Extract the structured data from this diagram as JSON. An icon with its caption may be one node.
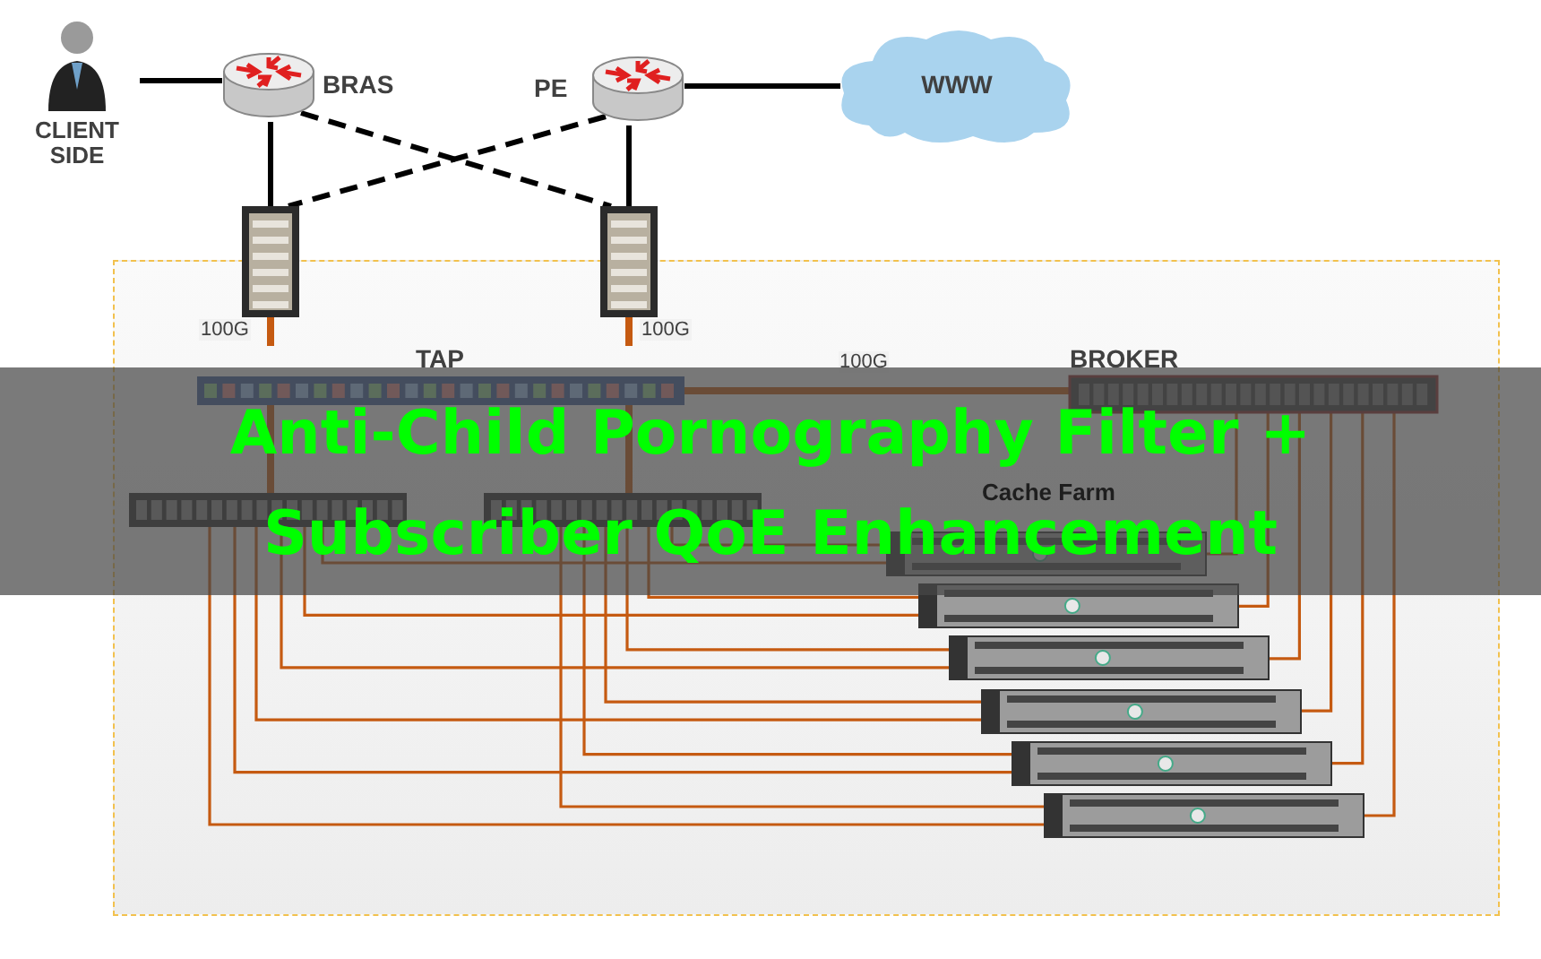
{
  "diagram": {
    "title": "Anti-Child Pornography Filter + Subscriber QoE Enhancement",
    "nodes": [
      {
        "text": [
          "CLIENT SIDE"
        ]
      },
      {
        "text": [
          "BRAS"
        ]
      },
      {
        "text": [
          "PE"
        ]
      },
      {
        "text": [
          "WWW"
        ]
      },
      {
        "text": [],
        "shape": "picture"
      },
      {
        "text": [],
        "shape": "picture"
      },
      {
        "text": [
          "TAP"
        ]
      },
      {
        "text": [
          "BROKER"
        ]
      },
      {
        "text": [],
        "shape": "picture"
      },
      {
        "text": [],
        "shape": "picture"
      },
      {
        "text": [],
        "shape": "picture"
      },
      {
        "text": [],
        "shape": "picture"
      },
      {
        "text": [],
        "shape": "picture"
      },
      {
        "text": [],
        "shape": "picture"
      },
      {
        "text": [],
        "shape": "picture"
      },
      {
        "text": [],
        "shape": "picture"
      }
    ],
    "edges": [
      {
        "from": 0,
        "to": 1,
        "arrow": "none",
        "color": "#000000"
      },
      {
        "from": 2,
        "to": 3,
        "arrow": "none",
        "color": "#000000"
      },
      {
        "from": 1,
        "to": 4,
        "arrow": "none",
        "color": "#000000"
      },
      {
        "from": 2,
        "to": 5,
        "arrow": "none",
        "color": "#000000"
      },
      {
        "from": 1,
        "to": 5,
        "arrow": "none",
        "style": "dashed",
        "color": "#000000"
      },
      {
        "from": 2,
        "to": 4,
        "arrow": "none",
        "style": "dashed",
        "color": "#000000"
      },
      {
        "from": 4,
        "to": 6,
        "arrow": "none",
        "label": "100G",
        "style": "thick"
      },
      {
        "from": 5,
        "to": 6,
        "arrow": "none",
        "label": "100G",
        "style": "thick"
      },
      {
        "from": 6,
        "to": 8,
        "arrow": "none",
        "style": "thick"
      },
      {
        "from": 6,
        "to": 9,
        "arrow": "none",
        "style": "thick"
      },
      {
        "from": 6,
        "to": 7,
        "arrow": "none",
        "label": "100G",
        "style": "thick"
      },
      {
        "from": 8,
        "to": 10,
        "arrow": "none"
      },
      {
        "from": 8,
        "to": 11,
        "arrow": "none"
      },
      {
        "from": 8,
        "to": 12,
        "arrow": "none"
      },
      {
        "from": 8,
        "to": 13,
        "arrow": "none"
      },
      {
        "from": 8,
        "to": 14,
        "arrow": "none"
      },
      {
        "from": 8,
        "to": 15,
        "arrow": "none"
      },
      {
        "from": 9,
        "to": 10,
        "arrow": "none"
      },
      {
        "from": 9,
        "to": 11,
        "arrow": "none"
      },
      {
        "from": 9,
        "to": 12,
        "arrow": "none"
      },
      {
        "from": 9,
        "to": 13,
        "arrow": "none"
      },
      {
        "from": 9,
        "to": 14,
        "arrow": "none"
      },
      {
        "from": 9,
        "to": 15,
        "arrow": "none"
      },
      {
        "from": 7,
        "to": 10,
        "arrow": "none"
      },
      {
        "from": 7,
        "to": 11,
        "arrow": "none"
      },
      {
        "from": 7,
        "to": 12,
        "arrow": "none"
      },
      {
        "from": 7,
        "to": 13,
        "arrow": "none"
      },
      {
        "from": 7,
        "to": 14,
        "arrow": "none"
      },
      {
        "from": 7,
        "to": 15,
        "arrow": "none"
      }
    ],
    "labels": [
      "Cache Farm"
    ]
  }
}
